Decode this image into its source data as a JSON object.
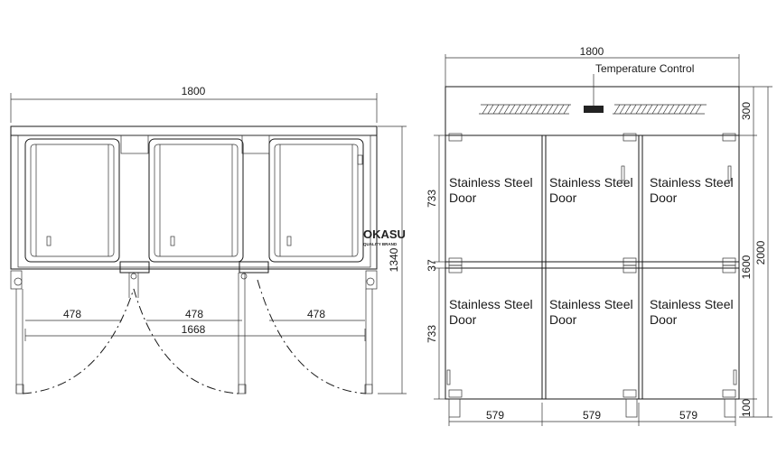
{
  "plan_view": {
    "overall_width": "1800",
    "depth": "1340",
    "door_widths": [
      "478",
      "478",
      "478"
    ],
    "inner_width": "1668"
  },
  "front_view": {
    "overall_width": "1800",
    "control_label": "Temperature Control",
    "door_label_line1": "Stainless Steel",
    "door_label_line2": "Door",
    "heights": {
      "top": "300",
      "upper_door": "733",
      "gap": "37",
      "lower_door": "733",
      "total": "2000",
      "body": "1600",
      "base": "100"
    },
    "column_widths": [
      "579",
      "579",
      "579"
    ]
  },
  "watermark": {
    "brand": "OKASU",
    "tagline": "QUALITY BRAND"
  }
}
